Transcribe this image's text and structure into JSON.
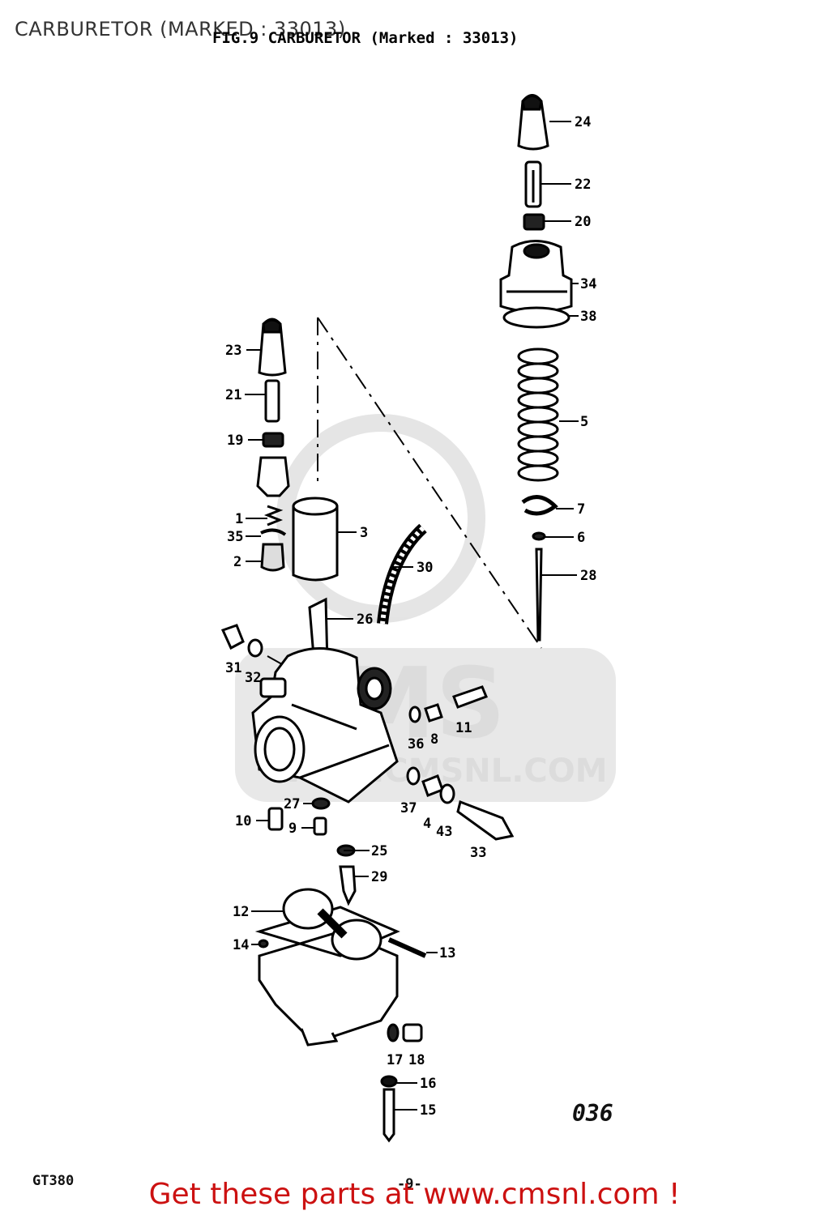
{
  "page_title": "CARBURETOR (MARKED : 33013)",
  "figure_title": "FIG.9  CARBURETOR (Marked : 33013)",
  "watermark": {
    "brand": "CMS",
    "url": "WWW.CMSNL.COM"
  },
  "figure_code": "036",
  "model": "GT380",
  "page_number": "-9-",
  "footer_link": "Get these parts at www.cmsnl.com !",
  "callouts": [
    "24",
    "22",
    "20",
    "34",
    "38",
    "5",
    "7",
    "6",
    "28",
    "23",
    "21",
    "19",
    "1",
    "35",
    "2",
    "3",
    "30",
    "26",
    "31",
    "32",
    "36",
    "8",
    "11",
    "37",
    "4",
    "43",
    "33",
    "27",
    "10",
    "9",
    "25",
    "29",
    "12",
    "14",
    "13",
    "17",
    "18",
    "16",
    "15"
  ]
}
